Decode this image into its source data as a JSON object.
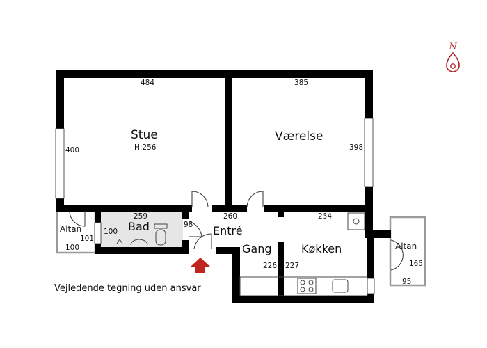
{
  "rooms": {
    "stue": {
      "name": "Stue",
      "height": "H:256"
    },
    "vaerelse": {
      "name": "Værelse"
    },
    "bad": {
      "name": "Bad"
    },
    "entre": {
      "name": "Entré"
    },
    "gang": {
      "name": "Gang"
    },
    "kokken": {
      "name": "Køkken"
    },
    "altan_left": {
      "name": "Altan"
    },
    "altan_right": {
      "name": "Altan"
    }
  },
  "dimensions": {
    "stue_width": "484",
    "stue_depth": "400",
    "vaerelse_width": "385",
    "vaerelse_depth": "398",
    "bad_width": "259",
    "bad_depth": "100",
    "entre_depth": "98",
    "entre_width": "260",
    "kokken_width": "254",
    "gang_width": "226",
    "kokken_depth": "227",
    "altan_left_depth": "101",
    "altan_left_width": "100",
    "altan_right_depth": "165",
    "altan_right_width": "95"
  },
  "note": "Vejledende tegning uden ansvar",
  "compass": {
    "label": "N"
  },
  "colors": {
    "wall": "#000000",
    "bath_floor": "#e6e6e6",
    "entrance_arrow": "#c0261f",
    "compass": "#b0272a",
    "light_wall": "#9a9a9a"
  }
}
